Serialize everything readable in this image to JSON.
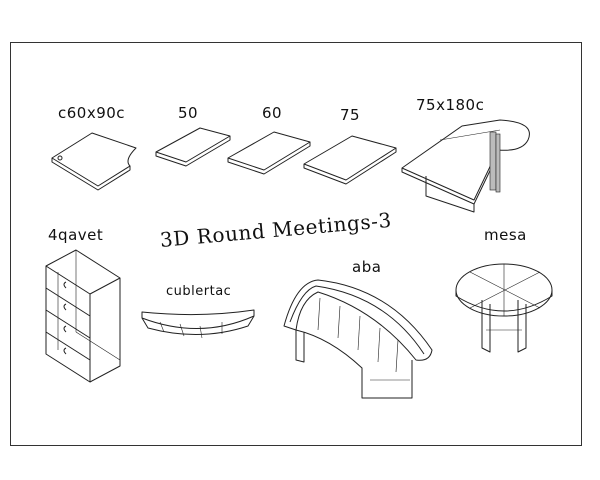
{
  "title": "3D Round Meetings-3",
  "labels": {
    "c60x90c": "c60x90c",
    "d50": "50",
    "d60": "60",
    "d75": "75",
    "d75x180c": "75x180c",
    "gavet": "4qavet",
    "cublertac": "cublertac",
    "aba": "aba",
    "mesa": "mesa"
  }
}
